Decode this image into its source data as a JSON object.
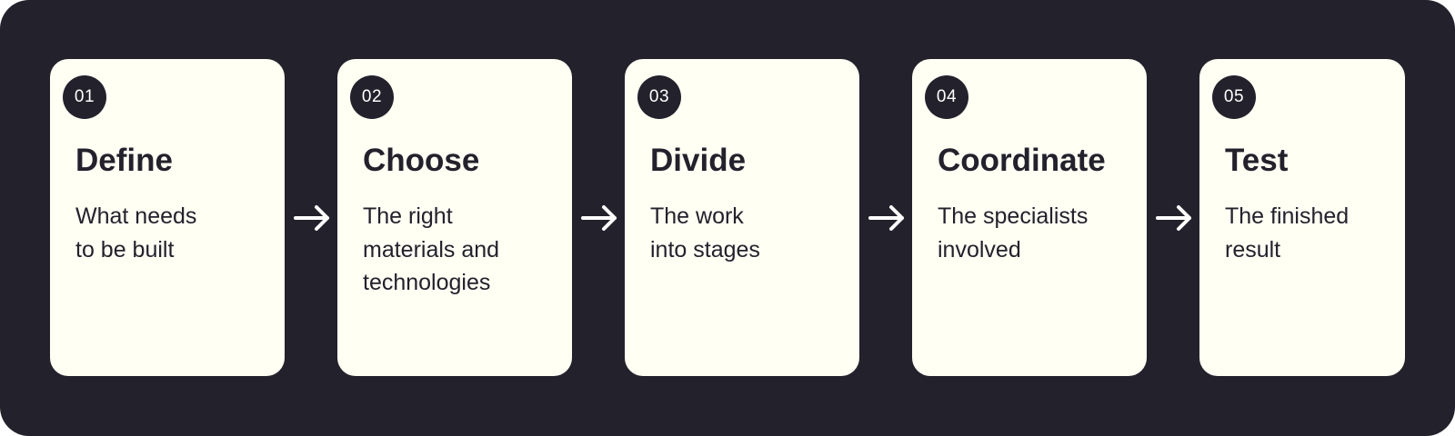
{
  "steps": [
    {
      "number": "01",
      "title": "Define",
      "description": "What needs\nto be built"
    },
    {
      "number": "02",
      "title": "Choose",
      "description": "The right\nmaterials and\ntechnologies"
    },
    {
      "number": "03",
      "title": "Divide",
      "description": "The work\ninto stages"
    },
    {
      "number": "04",
      "title": "Coordinate",
      "description": "The specialists\ninvolved"
    },
    {
      "number": "05",
      "title": "Test",
      "description": "The finished\nresult"
    }
  ],
  "colors": {
    "background": "#23212b",
    "card": "#fffff4",
    "text": "#23212b",
    "arrow": "#ffffff"
  },
  "icons": {
    "connector": "arrow-right-icon"
  }
}
